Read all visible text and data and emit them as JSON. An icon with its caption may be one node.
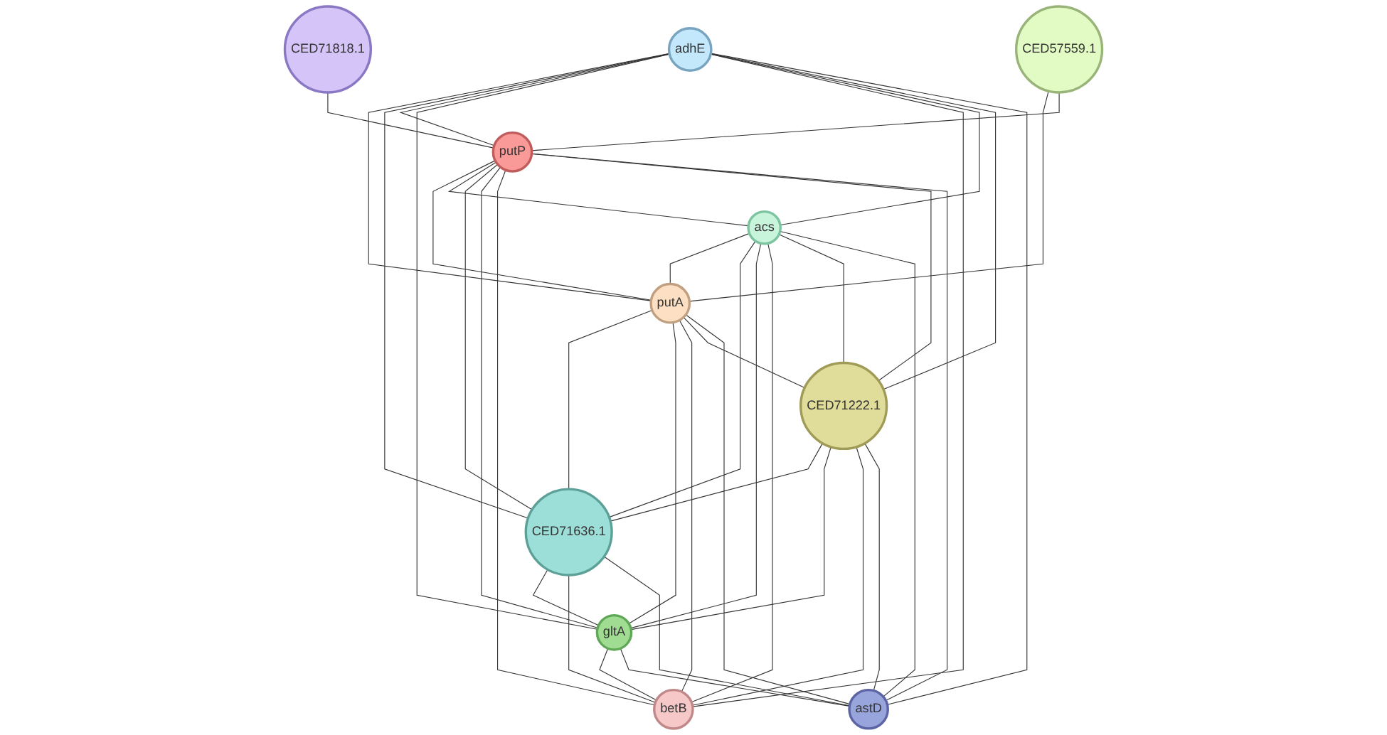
{
  "diagram": {
    "nodes": [
      {
        "text": [
          "CED71818.1"
        ]
      },
      {
        "text": [
          "adhE"
        ]
      },
      {
        "text": [
          "CED57559.1"
        ]
      },
      {
        "text": [
          "acs"
        ]
      },
      {
        "text": [
          "putP"
        ]
      },
      {
        "text": [
          "putA"
        ]
      },
      {
        "text": [
          "CED71222.1"
        ]
      },
      {
        "text": [
          "CED71636.1"
        ]
      },
      {
        "text": [
          "gltA"
        ]
      },
      {
        "text": [
          "astD"
        ]
      },
      {
        "text": [
          "betB"
        ]
      }
    ],
    "edges": [
      {
        "from": 0,
        "to": 4,
        "arrow": "none"
      },
      {
        "from": 2,
        "to": 5,
        "arrow": "none"
      },
      {
        "from": 2,
        "to": 4,
        "arrow": "none"
      },
      {
        "from": 1,
        "to": 5,
        "arrow": "none"
      },
      {
        "from": 1,
        "to": 7,
        "arrow": "none"
      },
      {
        "from": 1,
        "to": 4,
        "arrow": "none"
      },
      {
        "from": 1,
        "to": 8,
        "arrow": "none"
      },
      {
        "from": 1,
        "to": 10,
        "arrow": "none"
      },
      {
        "from": 1,
        "to": 3,
        "arrow": "none"
      },
      {
        "from": 1,
        "to": 6,
        "arrow": "none"
      },
      {
        "from": 1,
        "to": 9,
        "arrow": "none"
      },
      {
        "from": 4,
        "to": 5,
        "arrow": "none"
      },
      {
        "from": 4,
        "to": 3,
        "arrow": "none"
      },
      {
        "from": 4,
        "to": 7,
        "arrow": "none"
      },
      {
        "from": 4,
        "to": 8,
        "arrow": "none"
      },
      {
        "from": 4,
        "to": 10,
        "arrow": "none"
      },
      {
        "from": 4,
        "to": 6,
        "arrow": "none"
      },
      {
        "from": 4,
        "to": 9,
        "arrow": "none"
      },
      {
        "from": 3,
        "to": 5,
        "arrow": "none"
      },
      {
        "from": 3,
        "to": 7,
        "arrow": "none"
      },
      {
        "from": 3,
        "to": 8,
        "arrow": "none"
      },
      {
        "from": 3,
        "to": 10,
        "arrow": "none"
      },
      {
        "from": 3,
        "to": 6,
        "arrow": "none"
      },
      {
        "from": 3,
        "to": 9,
        "arrow": "none"
      },
      {
        "from": 5,
        "to": 7,
        "arrow": "none"
      },
      {
        "from": 5,
        "to": 8,
        "arrow": "none"
      },
      {
        "from": 5,
        "to": 10,
        "arrow": "none"
      },
      {
        "from": 5,
        "to": 6,
        "arrow": "none"
      },
      {
        "from": 5,
        "to": 9,
        "arrow": "none"
      },
      {
        "from": 6,
        "to": 7,
        "arrow": "none"
      },
      {
        "from": 6,
        "to": 8,
        "arrow": "none"
      },
      {
        "from": 6,
        "to": 10,
        "arrow": "none"
      },
      {
        "from": 6,
        "to": 9,
        "arrow": "none"
      },
      {
        "from": 7,
        "to": 8,
        "arrow": "none"
      },
      {
        "from": 7,
        "to": 10,
        "arrow": "none"
      },
      {
        "from": 7,
        "to": 9,
        "arrow": "none"
      },
      {
        "from": 8,
        "to": 10,
        "arrow": "none"
      },
      {
        "from": 8,
        "to": 9,
        "arrow": "none"
      }
    ]
  }
}
